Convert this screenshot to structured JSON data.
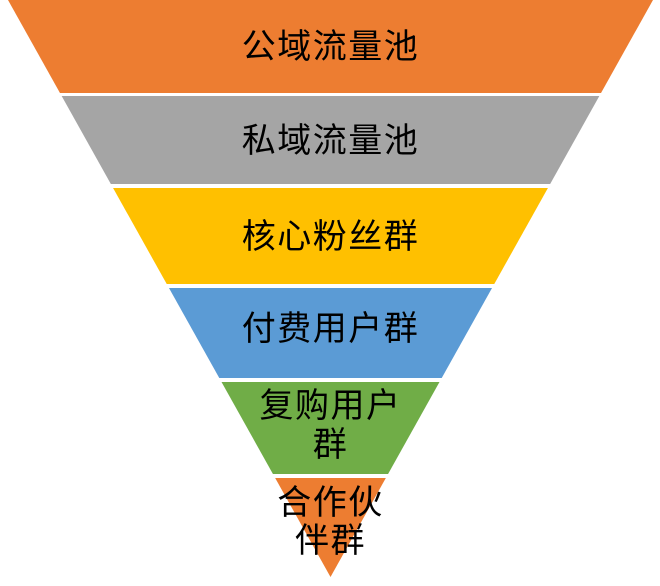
{
  "diagram": {
    "type": "inverted-pyramid",
    "background_color": "#ffffff",
    "separator_color": "#ffffff",
    "text_color": "#000000",
    "levels": [
      {
        "label": "公域流量池",
        "lines": [
          "公域流量池"
        ],
        "color": "#ED7D31"
      },
      {
        "label": "私域流量池",
        "lines": [
          "私域流量池"
        ],
        "color": "#A5A5A5"
      },
      {
        "label": "核心粉丝群",
        "lines": [
          "核心粉丝群"
        ],
        "color": "#FFC000"
      },
      {
        "label": "付费用户群",
        "lines": [
          "付费用户群"
        ],
        "color": "#5B9BD5"
      },
      {
        "label": "复购用户群",
        "lines": [
          "复购用户",
          "群"
        ],
        "color": "#70AD47"
      },
      {
        "label": "合作伙伴群",
        "lines": [
          "合作伙",
          "伴群"
        ],
        "color": "#ED7D31"
      }
    ]
  }
}
